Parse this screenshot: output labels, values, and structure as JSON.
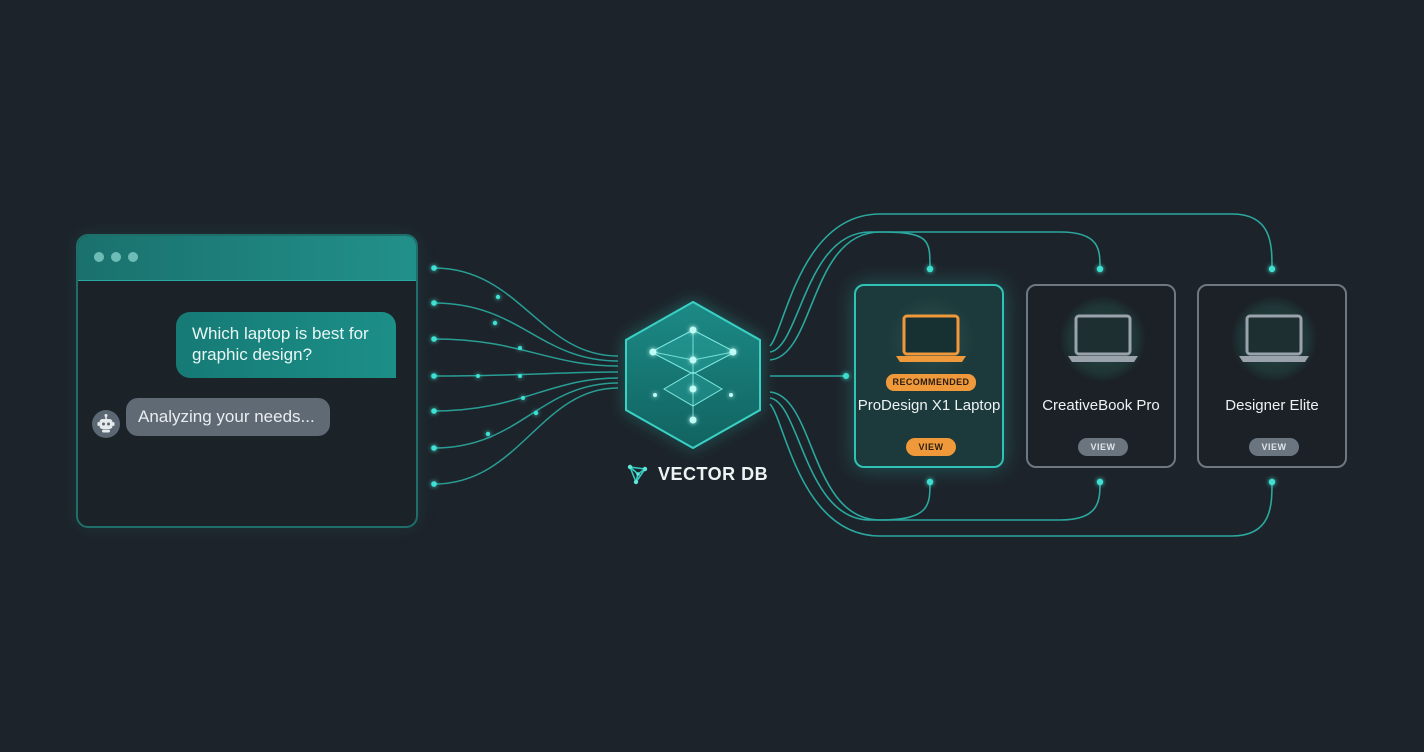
{
  "chat": {
    "user_message": "Which laptop is best for graphic design?",
    "bot_message": "Analyzing your needs..."
  },
  "vector_db": {
    "label": "VECTOR DB"
  },
  "products": [
    {
      "title": "ProDesign X1 Laptop",
      "badge": "RECOMMENDED",
      "button": "VIEW",
      "featured": true
    },
    {
      "title": "CreativeBook Pro",
      "button": "VIEW",
      "featured": false
    },
    {
      "title": "Designer Elite",
      "button": "VIEW",
      "featured": false
    }
  ],
  "colors": {
    "background": "#1d232a",
    "accent_teal": "#2fc2b6",
    "accent_orange": "#f0993a",
    "neutral_gray": "#6f7880"
  }
}
